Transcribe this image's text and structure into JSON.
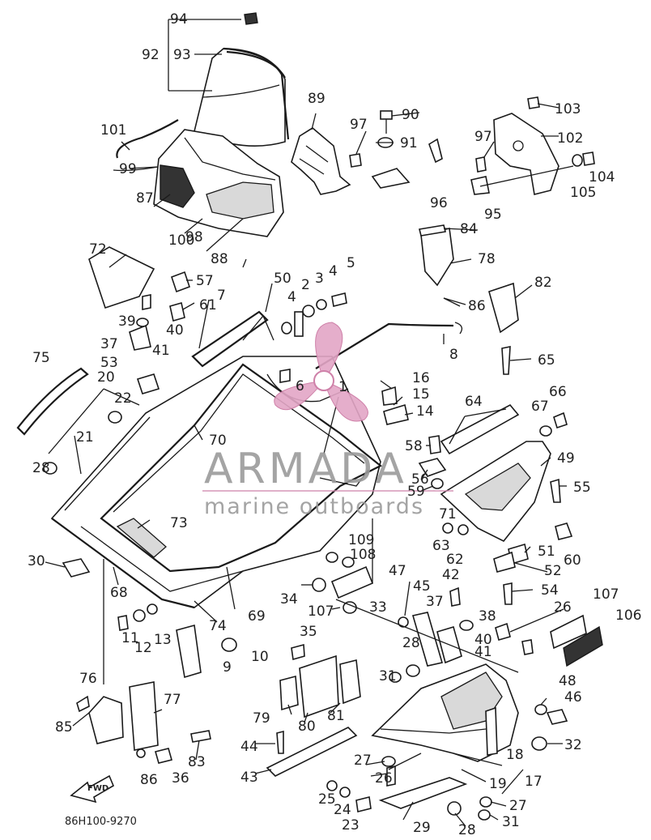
{
  "diagram_code": "86H100-9270",
  "fwd_label": "FWD",
  "watermark": {
    "brand": "ARMADA",
    "tagline": "marine outboards",
    "logo_color": "#e3a6c6"
  },
  "callouts": [
    "1",
    "2",
    "3",
    "4",
    "5",
    "6",
    "7",
    "8",
    "9",
    "10",
    "11",
    "12",
    "13",
    "14",
    "15",
    "16",
    "17",
    "18",
    "19",
    "20",
    "21",
    "22",
    "23",
    "24",
    "25",
    "26",
    "27",
    "28",
    "29",
    "30",
    "31",
    "32",
    "33",
    "34",
    "35",
    "36",
    "37",
    "38",
    "39",
    "40",
    "41",
    "42",
    "43",
    "44",
    "45",
    "46",
    "47",
    "48",
    "49",
    "50",
    "51",
    "52",
    "53",
    "54",
    "55",
    "56",
    "57",
    "58",
    "59",
    "60",
    "61",
    "62",
    "63",
    "64",
    "65",
    "66",
    "67",
    "68",
    "69",
    "70",
    "71",
    "72",
    "73",
    "74",
    "75",
    "76",
    "77",
    "78",
    "79",
    "80",
    "81",
    "82",
    "83",
    "84",
    "85",
    "86",
    "87",
    "88",
    "89",
    "90",
    "91",
    "92",
    "93",
    "94",
    "95",
    "96",
    "97",
    "98",
    "99",
    "100",
    "101",
    "102",
    "103",
    "104",
    "105",
    "106",
    "107",
    "108",
    "109"
  ]
}
